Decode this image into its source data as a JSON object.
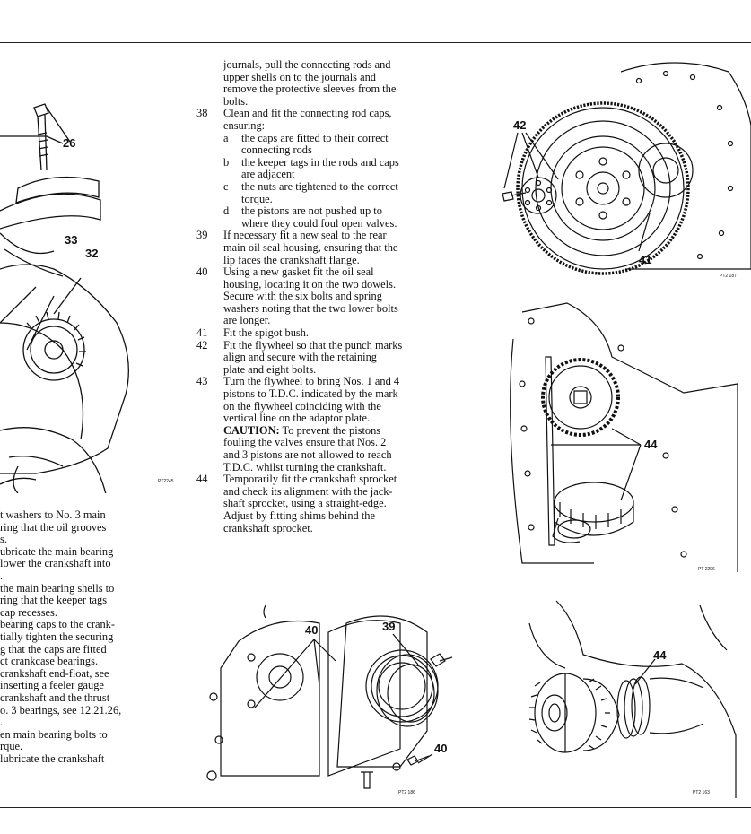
{
  "left_column": [
    "t washers to No. 3 main",
    "ring that the oil grooves",
    "s.",
    "ubricate the main bearing",
    "lower the crankshaft into",
    ".",
    "the main bearing shells to",
    "ring that the keeper tags",
    "cap recesses.",
    "bearing caps to the crank-",
    "tially tighten the securing",
    "g that the caps are fitted",
    "ct crankcase bearings.",
    "crankshaft end-float, see",
    "inserting a feeler gauge",
    "crankshaft and the thrust",
    "o. 3 bearings, see 12.21.26,",
    ".",
    "en main bearing bolts to",
    "rque.",
    "lubricate the crankshaft"
  ],
  "intro_lines": [
    "journals, pull the connecting rods and",
    "upper shells on to the journals and",
    "remove the protective sleeves from the",
    "bolts."
  ],
  "step38": {
    "num": "38",
    "lines": [
      "Clean and fit the connecting rod caps,",
      "ensuring:"
    ],
    "subs": [
      {
        "letter": "a",
        "lines": [
          "the caps are fitted to their correct",
          "connecting rods"
        ]
      },
      {
        "letter": "b",
        "lines": [
          "the keeper tags in the rods and caps",
          "are adjacent"
        ]
      },
      {
        "letter": "c",
        "lines": [
          "the nuts are tightened to the correct",
          "torque."
        ]
      },
      {
        "letter": "d",
        "lines": [
          "the pistons are not pushed up to",
          "where they could foul open valves."
        ]
      }
    ]
  },
  "step39": {
    "num": "39",
    "lines": [
      "If necessary fit a new seal to the rear",
      "main oil seal housing, ensuring that the",
      "lip faces the crankshaft flange."
    ]
  },
  "step40": {
    "num": "40",
    "lines": [
      "Using a new gasket fit the oil seal",
      "housing, locating it on the two dowels.",
      "Secure with the six bolts and spring",
      "washers noting that the two lower bolts",
      "are longer."
    ]
  },
  "step41": {
    "num": "41",
    "lines": [
      "Fit the spigot bush."
    ]
  },
  "step42": {
    "num": "42",
    "lines": [
      "Fit the flywheel so that the punch marks",
      "align and secure with the retaining",
      "plate and eight bolts."
    ]
  },
  "step43": {
    "num": "43",
    "lines": [
      "Turn the flywheel to bring Nos. 1 and 4",
      "pistons to T.D.C. indicated by the mark",
      "on the flywheel coinciding with the",
      "vertical line on the adaptor plate."
    ]
  },
  "caution": {
    "label": "CAUTION:",
    "first": " To prevent the pistons",
    "lines": [
      "fouling the valves ensure that Nos. 2",
      "and 3 pistons are not allowed to reach",
      "T.D.C. whilst turning the crankshaft."
    ]
  },
  "step44": {
    "num": "44",
    "lines": [
      "Temporarily fit the crankshaft sprocket",
      "and check its alignment with the jack-",
      "shaft sprocket, using a straight-edge.",
      "Adjust by fitting shims behind the",
      "crankshaft sprocket."
    ]
  },
  "figures": {
    "crank": {
      "labels": [
        "26",
        "33",
        "32"
      ],
      "code": "PT2245"
    },
    "flywheel": {
      "labels": [
        "42",
        "41"
      ],
      "code": "PT2 187"
    },
    "sprockets": {
      "labels": [
        "44"
      ],
      "code": "PT 2296"
    },
    "oilseal": {
      "labels": [
        "40",
        "39",
        "40"
      ],
      "code": "PT2 186"
    },
    "shims": {
      "labels": [
        "44"
      ],
      "code": "PT2 163"
    }
  }
}
